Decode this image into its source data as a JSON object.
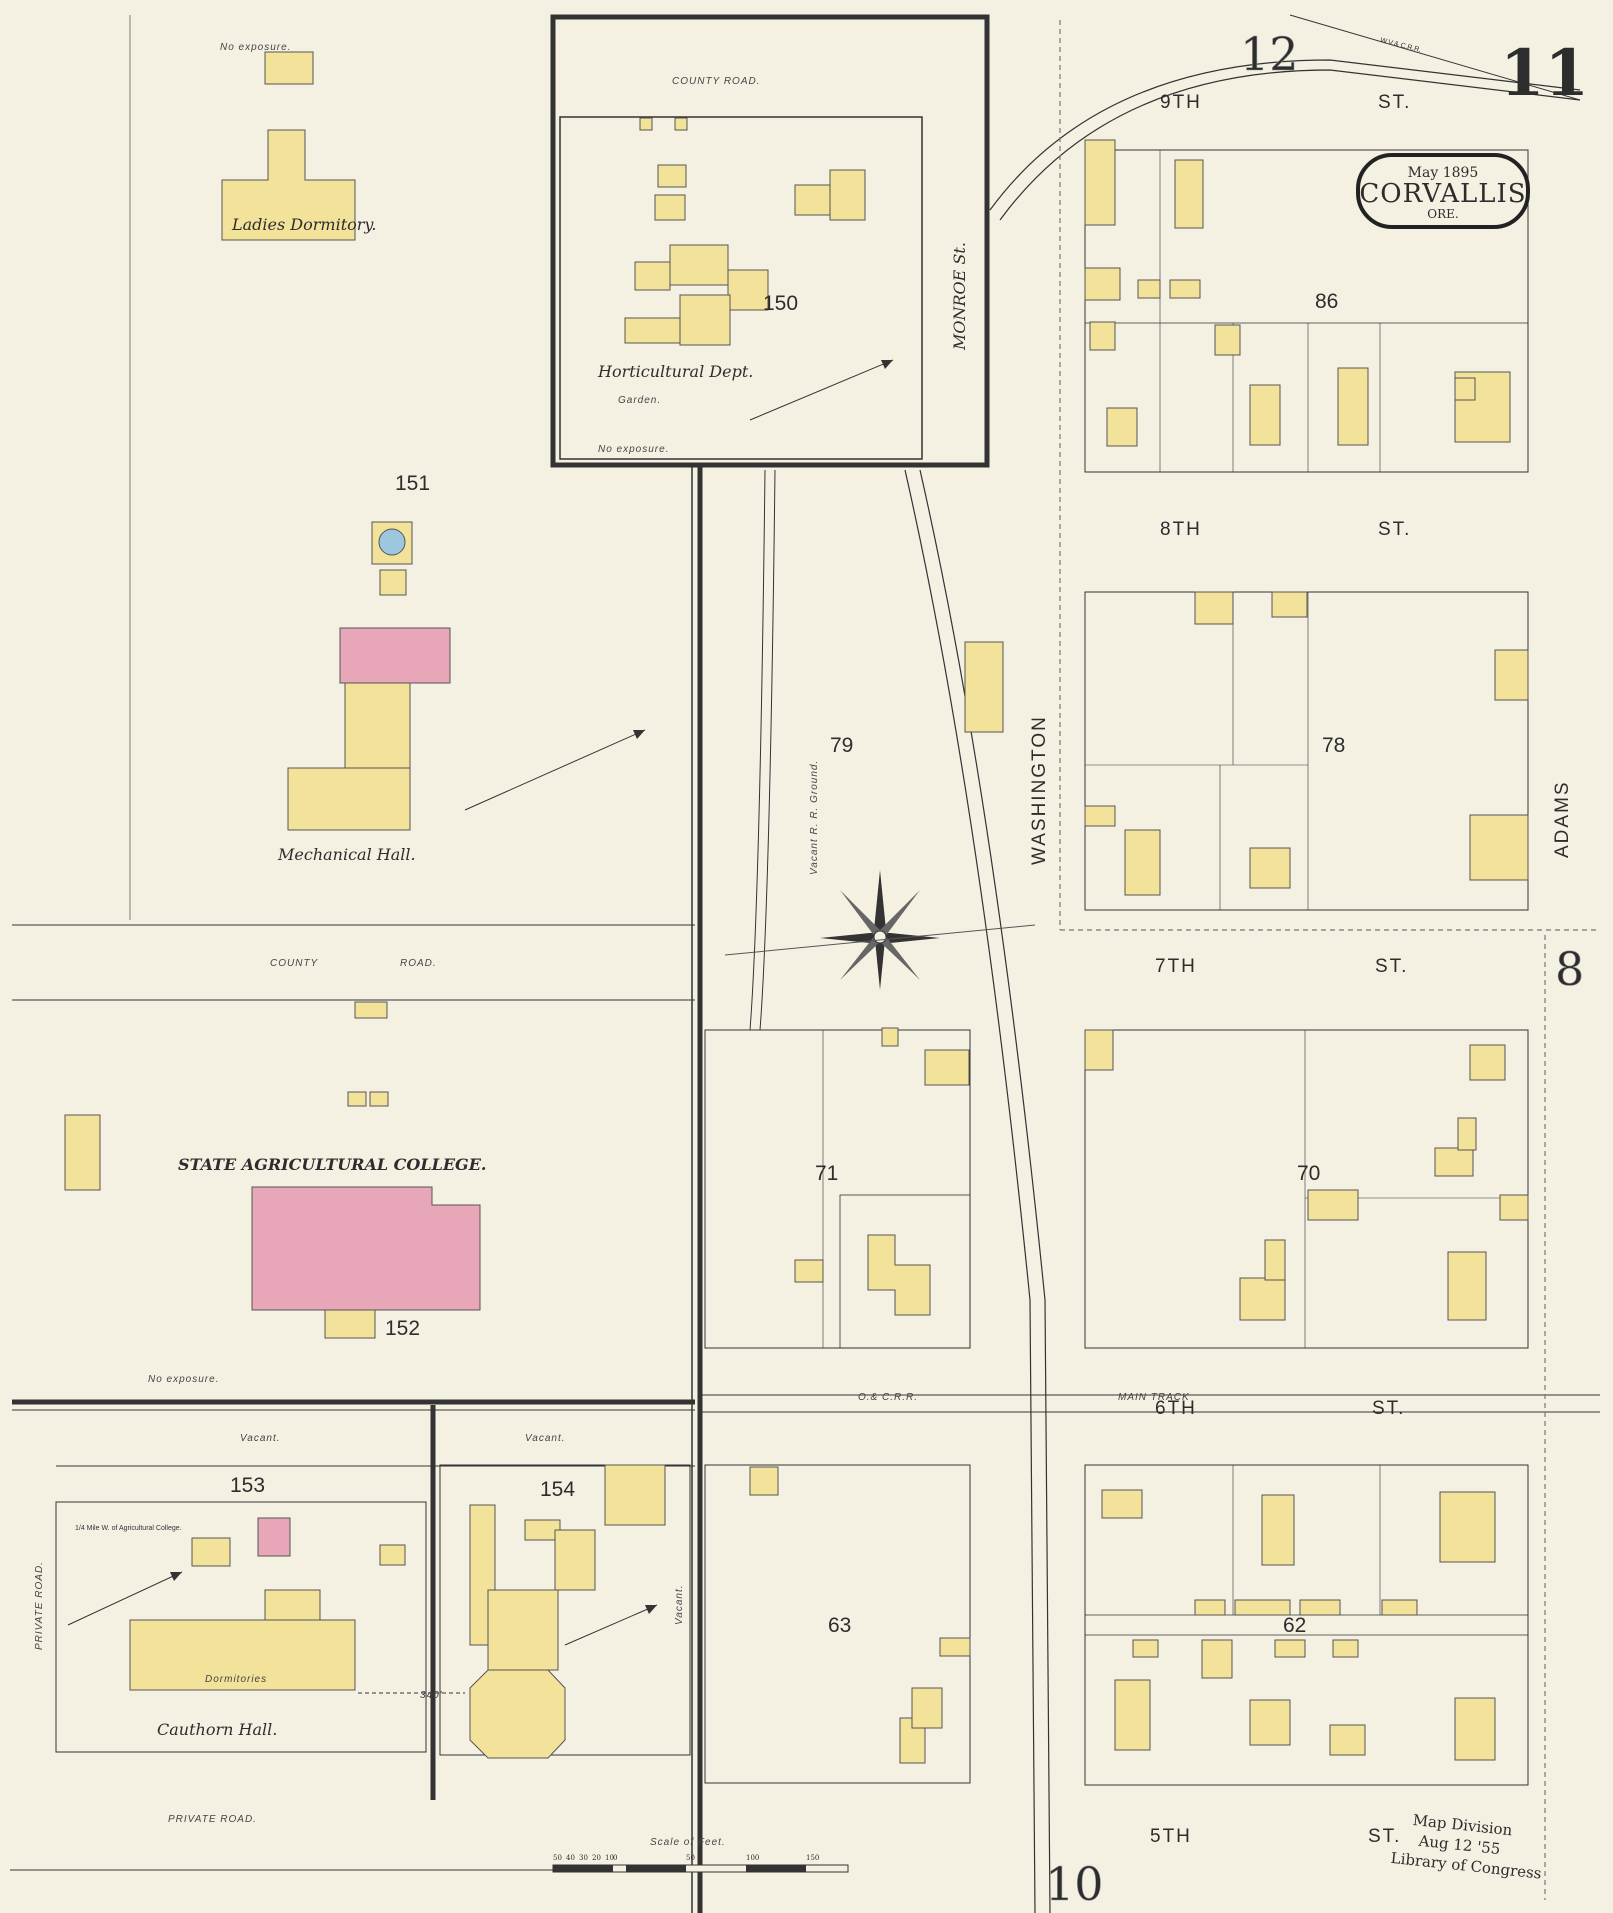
{
  "sheet": {
    "sheet_number": "11",
    "adjacent_top": "12",
    "adjacent_bottom": "10",
    "adjacent_right": "8"
  },
  "cartouche": {
    "date": "May 1895",
    "city": "CORVALLIS",
    "state": "ORE."
  },
  "streets": {
    "ninth": "9TH",
    "eighth": "8TH",
    "seventh": "7TH",
    "sixth": "6TH",
    "fifth": "5TH",
    "st": "ST.",
    "washington": "WASHINGTON",
    "adams": "ADAMS",
    "monroe": "MONROE St.",
    "county_road_top": "COUNTY ROAD.",
    "county_road_mid_1": "COUNTY",
    "county_road_mid_2": "ROAD.",
    "private_road_left": "PRIVATE ROAD.",
    "private_road_bottom": "PRIVATE ROAD."
  },
  "blocks": {
    "b151": "151",
    "b150": "150",
    "b86": "86",
    "b79": "79",
    "b78": "78",
    "b71": "71",
    "b70": "70",
    "b152": "152",
    "b153": "153",
    "b154": "154",
    "b63": "63",
    "b62": "62"
  },
  "labels": {
    "ladies_dormitory": "Ladies Dormitory.",
    "horticultural": "Horticultural Dept.",
    "garden": "Garden.",
    "mechanical_hall": "Mechanical Hall.",
    "state_college": "STATE AGRICULTURAL COLLEGE.",
    "cauthorn_hall": "Cauthorn Hall.",
    "dormitories": "Dormitories",
    "vacant_rr": "Vacant R. R. Ground.",
    "no_exposure_top": "No exposure.",
    "no_exposure_mid": "No exposure.",
    "no_exposure_low": "No exposure.",
    "vacant_153": "Vacant.",
    "vacant_154": "Vacant.",
    "vacant_side": "Vacant.",
    "rr_line": "O.& C.R.R.",
    "main_track": "MAIN TRACK",
    "wv_rr": "W.V.& C.R.R.",
    "mile_note": "1/4 Mile W. of Agricultural College.",
    "distance_340": "340'"
  },
  "scale": {
    "title": "Scale of Feet.",
    "ticks": [
      "50",
      "40",
      "30",
      "20",
      "10",
      "0",
      "50",
      "100",
      "150"
    ]
  },
  "stamp": {
    "line1": "Map Division",
    "line2": "Aug 12 '55",
    "line3": "Library of Congress"
  },
  "colors": {
    "paper": "#f4f1e3",
    "frame_building": "#f2e29a",
    "brick_building": "#e8a7b8",
    "tank": "#9cc7de"
  }
}
